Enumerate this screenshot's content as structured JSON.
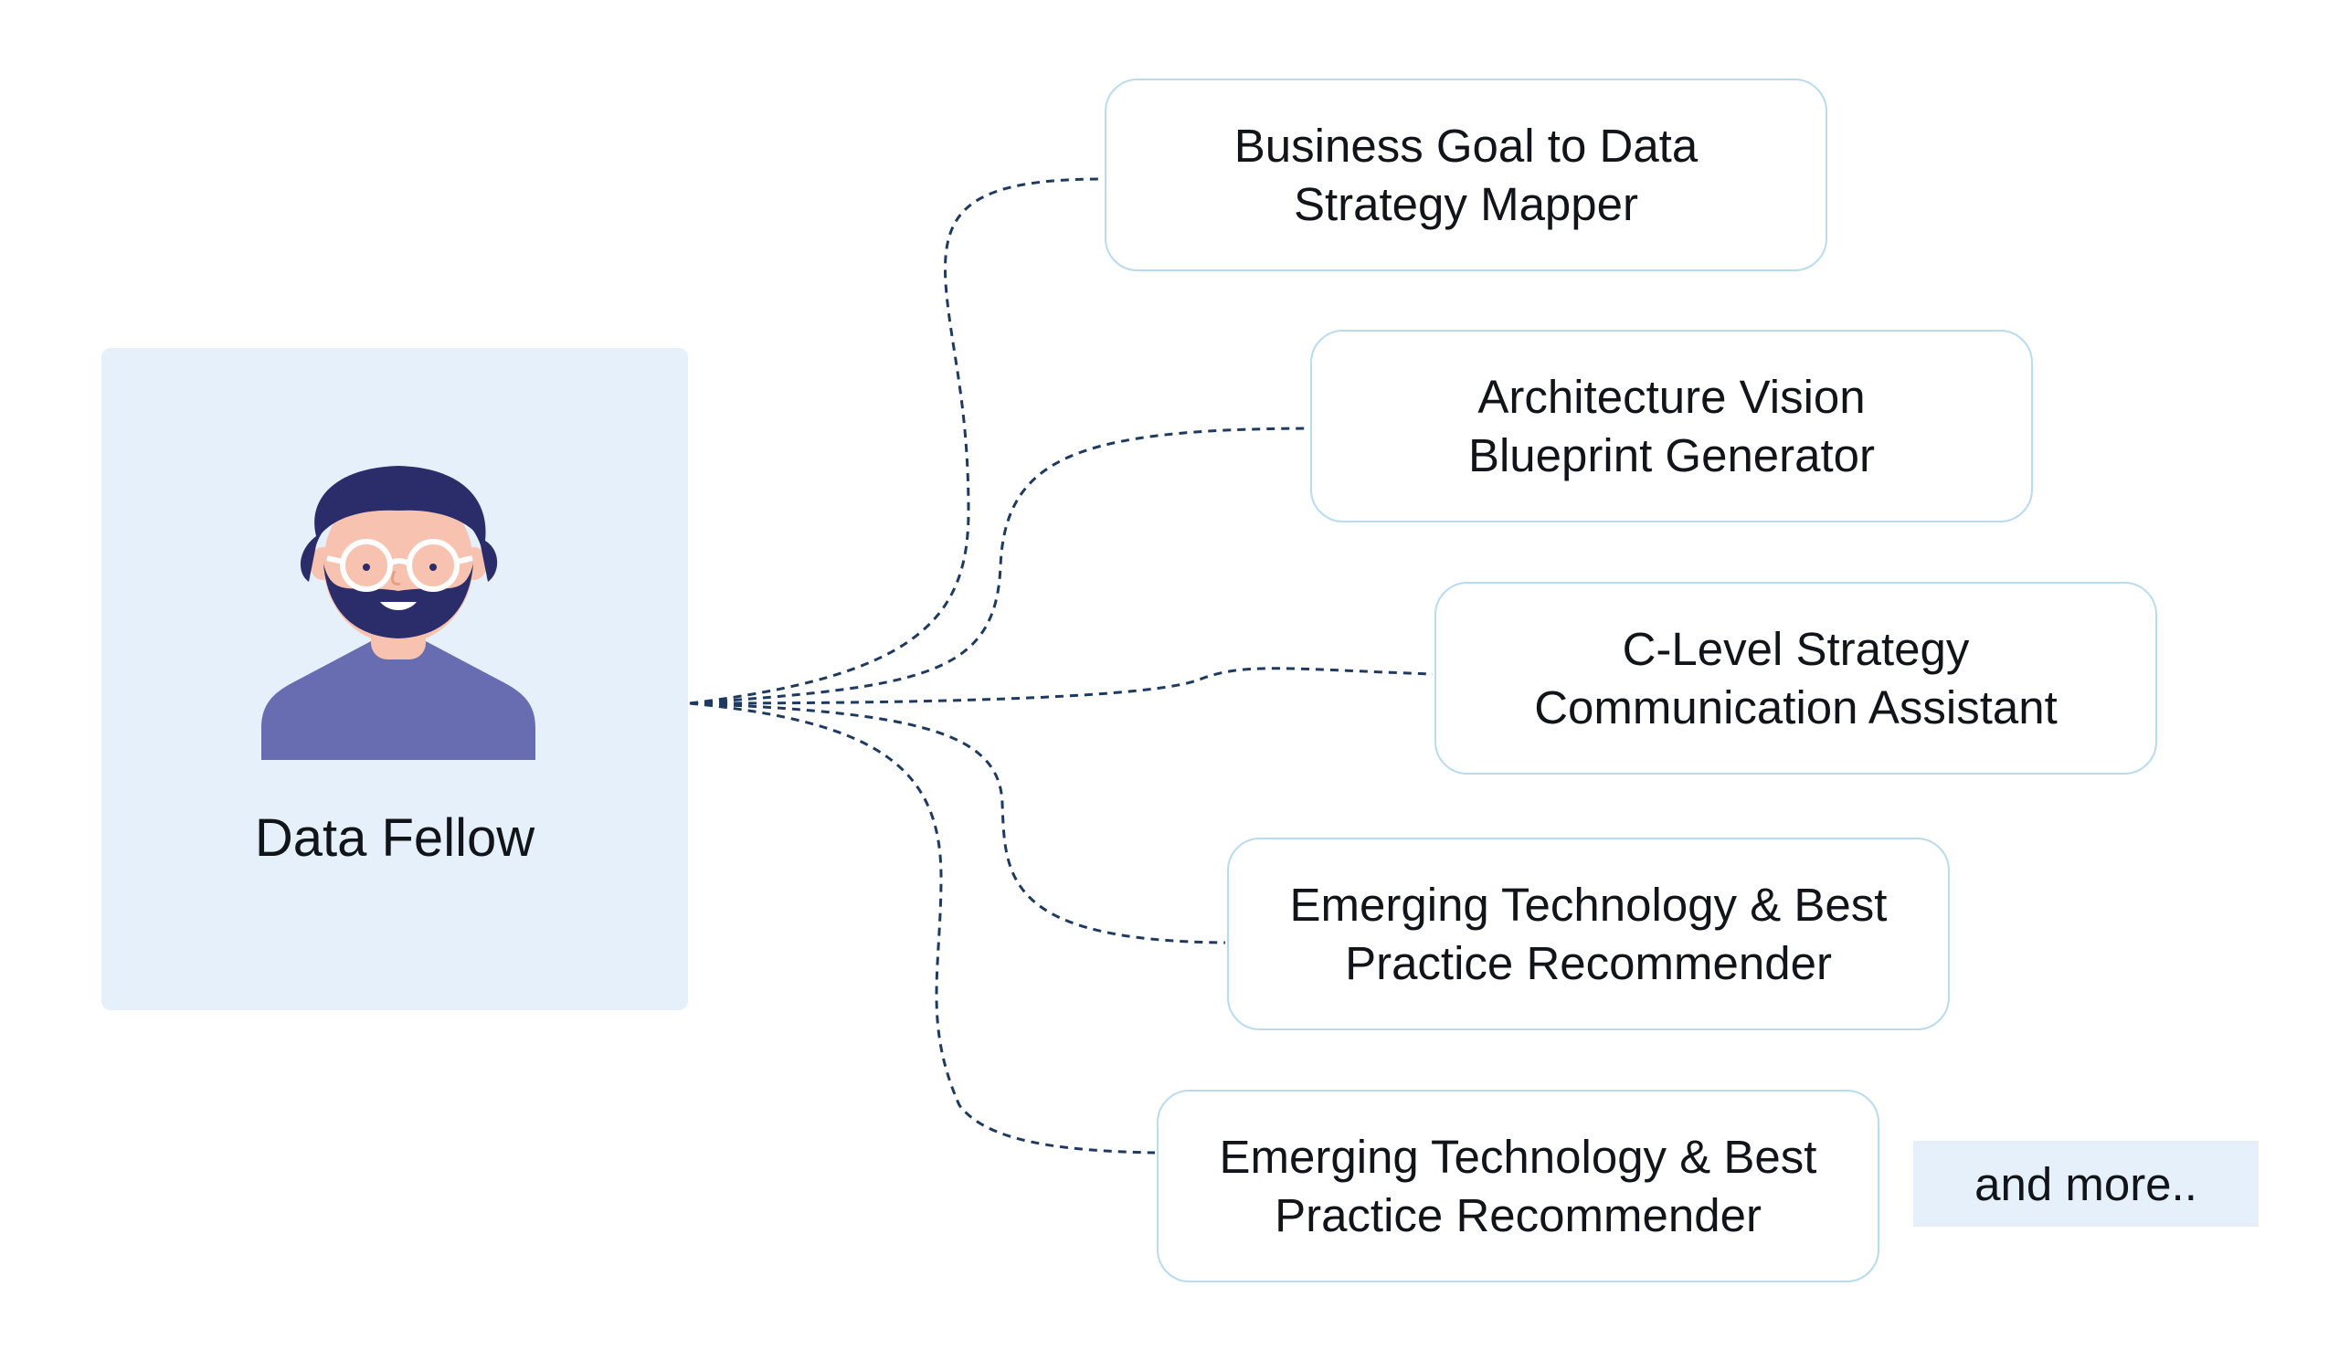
{
  "persona": {
    "name": "Data Fellow",
    "avatar_icon": "bearded-man-with-glasses-avatar"
  },
  "tools": [
    {
      "lines": [
        "Business Goal to Data",
        "Strategy Mapper"
      ]
    },
    {
      "lines": [
        "Architecture Vision",
        "Blueprint Generator"
      ]
    },
    {
      "lines": [
        "C-Level Strategy",
        "Communication Assistant"
      ]
    },
    {
      "lines": [
        "Emerging Technology & Best",
        "Practice Recommender"
      ]
    },
    {
      "lines": [
        "Emerging Technology & Best",
        "Practice Recommender"
      ]
    }
  ],
  "more_label": "and more..",
  "colors": {
    "card_bg": "#e5f0fa",
    "box_border": "#b9dbee",
    "connector": "#1f3a5f",
    "shirt": "#676db0",
    "hair": "#2b2d6b",
    "skin": "#f7c3b0"
  }
}
